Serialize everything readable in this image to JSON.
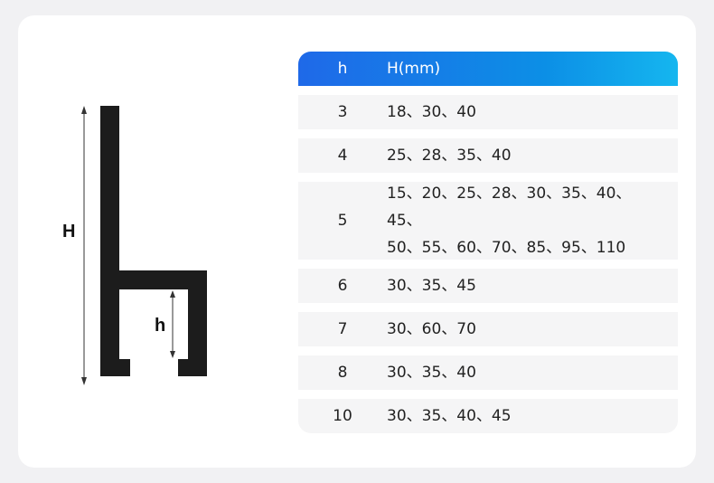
{
  "diagram": {
    "label_H": "H",
    "label_h": "h"
  },
  "table": {
    "header": {
      "col1": "h",
      "col2": "H(mm)"
    },
    "rows": [
      {
        "h": "3",
        "H": "18、30、40"
      },
      {
        "h": "4",
        "H": "25、28、35、40"
      },
      {
        "h": "5",
        "H": "15、20、25、28、30、35、40、45、",
        "H2": "50、55、60、70、85、95、110"
      },
      {
        "h": "6",
        "H": "30、35、45"
      },
      {
        "h": "7",
        "H": "30、60、70"
      },
      {
        "h": "8",
        "H": "30、35、40"
      },
      {
        "h": "10",
        "H": "30、35、40、45"
      }
    ]
  },
  "colors": {
    "header_start": "#1f69e8",
    "header_end": "#15b6ef",
    "row_bg": "#f5f5f6",
    "profile": "#1c1c1c"
  }
}
